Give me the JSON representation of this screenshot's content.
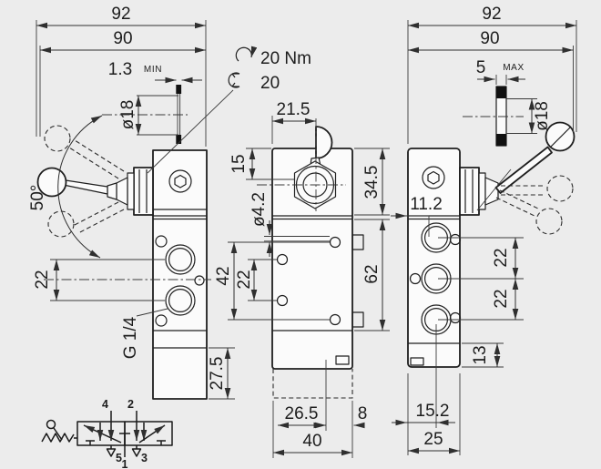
{
  "meta": {
    "drawing_type": "valve dimensional drawing",
    "background_color": "#ececec",
    "line_color": "#1f1f1f"
  },
  "annotations": {
    "torque": "20 Nm",
    "wrench_size": "20"
  },
  "views": {
    "left": {
      "dims": {
        "total_width": "92",
        "mount_width": "90",
        "panel_thickness": "1.3",
        "panel_qualifier": "MIN",
        "panel_hole_dia": "ø18",
        "lever_angle": "50°",
        "port_spacing": "22",
        "port_thread": "G 1/4",
        "base_height": "27.5"
      }
    },
    "front": {
      "dims": {
        "lever_offset": "21.5",
        "operator_height": "15",
        "head_height": "34.5",
        "mount_hole_dia": "ø4.2",
        "mount_spacing_outer": "42",
        "mount_spacing_inner": "22",
        "body_height": "62",
        "exhaust_offset": "26.5",
        "exhaust_width": "8",
        "body_width": "40"
      }
    },
    "right": {
      "dims": {
        "total_width": "92",
        "mount_width": "90",
        "panel_thickness": "5",
        "panel_qualifier": "MAX",
        "panel_hole_dia": "ø18",
        "pilot_offset": "11.2",
        "port_spacing_upper": "22",
        "port_spacing_lower": "22",
        "base_height": "13",
        "port_offset": "15.2",
        "body_width": "25"
      }
    }
  },
  "symbol": {
    "type": "5/2 lever valve schematic",
    "ports": {
      "p4": "4",
      "p2": "2",
      "p5": "5",
      "p1": "1",
      "p3": "3"
    }
  }
}
